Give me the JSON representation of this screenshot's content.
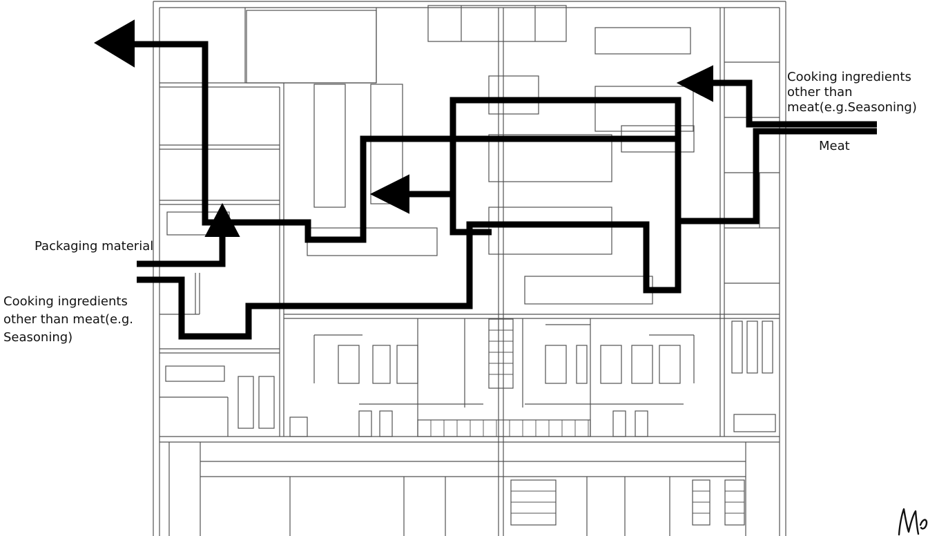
{
  "labels": {
    "right_ingredients": {
      "line1": "Cooking ingredients",
      "line2": "other than",
      "line3": "meat(e.g.Seasoning)"
    },
    "meat": "Meat",
    "packaging": "Packaging material",
    "left_ingredients": {
      "line1": "Cooking ingredients",
      "line2": "other than meat(e.g.",
      "line3": "Seasoning)"
    }
  },
  "colors": {
    "flow_line": "#000000",
    "wall_line": "#505050",
    "background": "#ffffff"
  }
}
